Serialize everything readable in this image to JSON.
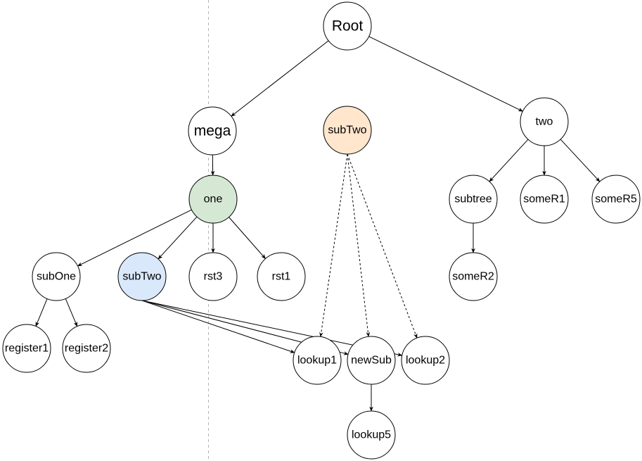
{
  "diagram": {
    "nodes": {
      "root": {
        "label": "Root",
        "fill": "#ffffff",
        "stroke": "#000000"
      },
      "mega": {
        "label": "mega",
        "fill": "#ffffff",
        "stroke": "#000000"
      },
      "subtwo_top": {
        "label": "subTwo",
        "fill": "#ffe6cc",
        "stroke": "#d79b00"
      },
      "two": {
        "label": "two",
        "fill": "#ffffff",
        "stroke": "#000000"
      },
      "one": {
        "label": "one",
        "fill": "#d5e8d4",
        "stroke": "#82b366"
      },
      "subtree": {
        "label": "subtree",
        "fill": "#ffffff",
        "stroke": "#000000"
      },
      "somer1": {
        "label": "someR1",
        "fill": "#ffffff",
        "stroke": "#000000"
      },
      "somer5": {
        "label": "someR5",
        "fill": "#ffffff",
        "stroke": "#000000"
      },
      "subone": {
        "label": "subOne",
        "fill": "#ffffff",
        "stroke": "#000000"
      },
      "subtwo_blue": {
        "label": "subTwo",
        "fill": "#dae8fc",
        "stroke": "#6c8ebf"
      },
      "rst3": {
        "label": "rst3",
        "fill": "#ffffff",
        "stroke": "#000000"
      },
      "rst1": {
        "label": "rst1",
        "fill": "#ffffff",
        "stroke": "#000000"
      },
      "somer2": {
        "label": "someR2",
        "fill": "#ffffff",
        "stroke": "#000000"
      },
      "register1": {
        "label": "register1",
        "fill": "#ffffff",
        "stroke": "#000000"
      },
      "register2": {
        "label": "register2",
        "fill": "#ffffff",
        "stroke": "#000000"
      },
      "lookup1": {
        "label": "lookup1",
        "fill": "#ffffff",
        "stroke": "#000000"
      },
      "newsub": {
        "label": "newSub",
        "fill": "#ffffff",
        "stroke": "#000000"
      },
      "lookup2": {
        "label": "lookup2",
        "fill": "#ffffff",
        "stroke": "#000000"
      },
      "lookup5": {
        "label": "lookup5",
        "fill": "#ffffff",
        "stroke": "#000000"
      }
    },
    "edges": [
      {
        "from": "root",
        "to": "mega",
        "style": "solid"
      },
      {
        "from": "root",
        "to": "two",
        "style": "solid"
      },
      {
        "from": "mega",
        "to": "one",
        "style": "solid"
      },
      {
        "from": "one",
        "to": "subone",
        "style": "solid"
      },
      {
        "from": "one",
        "to": "subtwo_blue",
        "style": "solid"
      },
      {
        "from": "one",
        "to": "rst3",
        "style": "solid"
      },
      {
        "from": "one",
        "to": "rst1",
        "style": "solid"
      },
      {
        "from": "subone",
        "to": "register1",
        "style": "solid"
      },
      {
        "from": "subone",
        "to": "register2",
        "style": "solid"
      },
      {
        "from": "subtwo_blue",
        "to": "lookup1",
        "style": "solid"
      },
      {
        "from": "subtwo_blue",
        "to": "newsub",
        "style": "solid"
      },
      {
        "from": "subtwo_blue",
        "to": "lookup2",
        "style": "solid"
      },
      {
        "from": "subtwo_top",
        "to": "lookup1",
        "style": "dashed"
      },
      {
        "from": "subtwo_top",
        "to": "newsub",
        "style": "dashed"
      },
      {
        "from": "subtwo_top",
        "to": "lookup2",
        "style": "dashed"
      },
      {
        "from": "newsub",
        "to": "lookup5",
        "style": "solid"
      },
      {
        "from": "two",
        "to": "subtree",
        "style": "solid"
      },
      {
        "from": "two",
        "to": "somer1",
        "style": "solid"
      },
      {
        "from": "two",
        "to": "somer5",
        "style": "solid"
      },
      {
        "from": "subtree",
        "to": "somer2",
        "style": "solid"
      }
    ]
  }
}
